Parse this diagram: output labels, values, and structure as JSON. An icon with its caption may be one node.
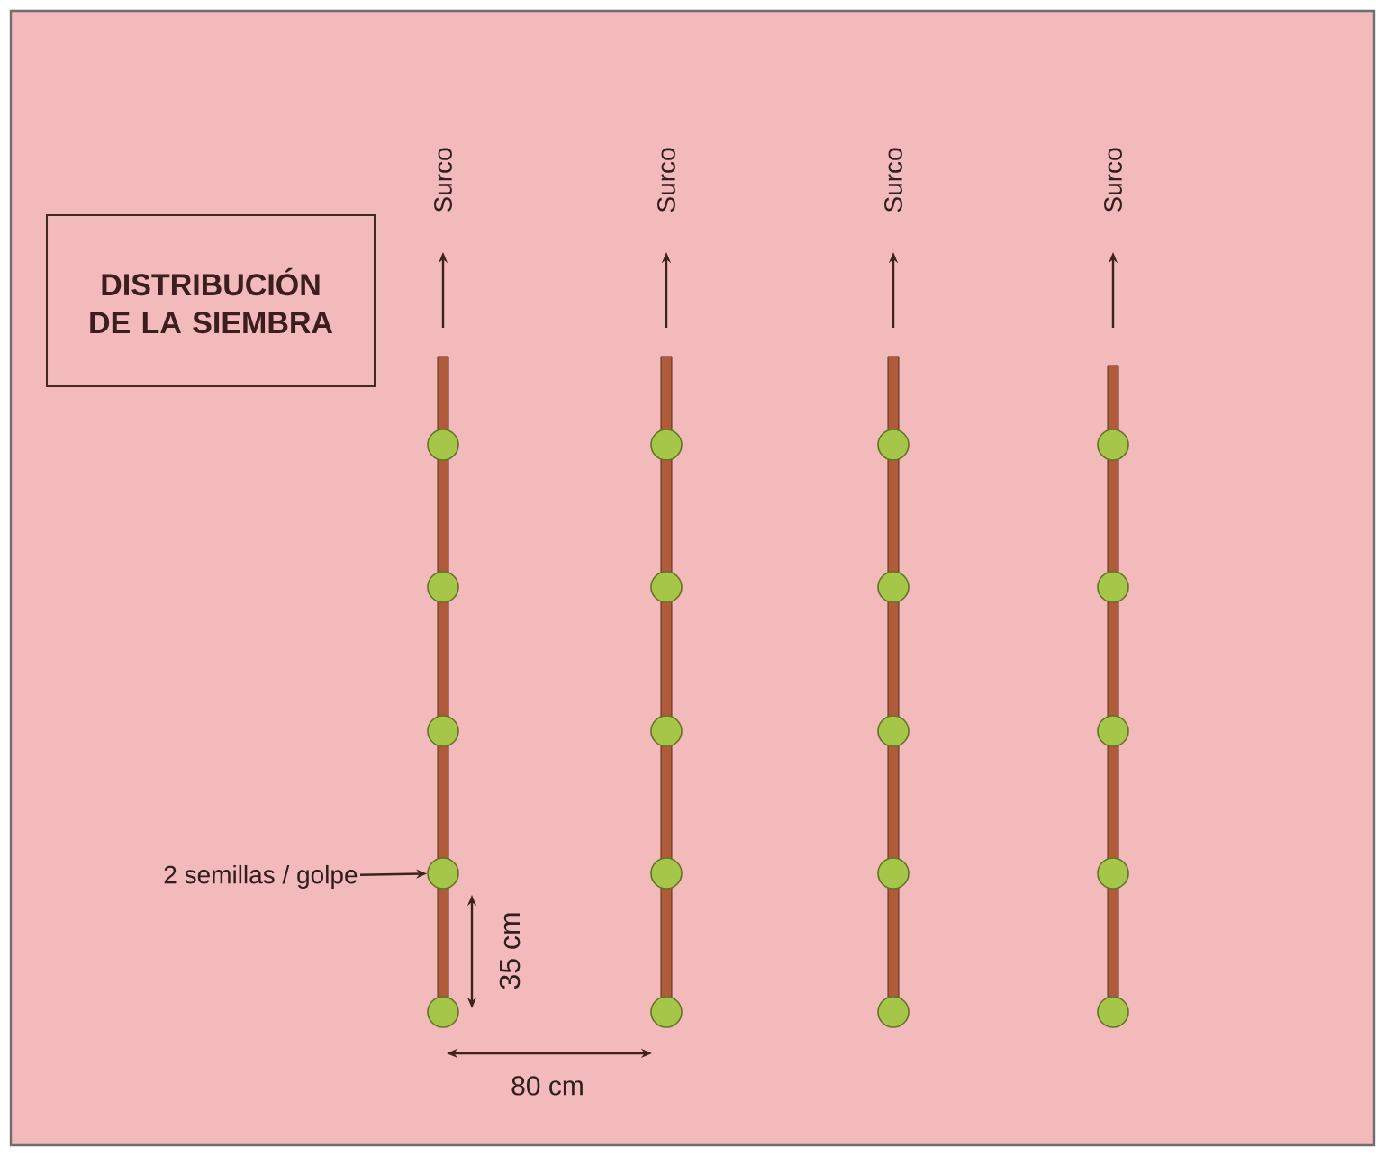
{
  "diagram": {
    "nodes": [
      {
        "text": [
          "DISTRIBUCIÓN DE LA SIEMBRA"
        ]
      },
      {
        "text": [
          "2 semillas / golpe"
        ]
      },
      {
        "text": [],
        "shape": "circle"
      },
      {
        "text": [],
        "shape": "circle"
      },
      {
        "text": [],
        "shape": "circle"
      },
      {
        "text": [],
        "shape": "circle"
      },
      {
        "text": [],
        "shape": "circle"
      },
      {
        "text": [],
        "shape": "circle"
      },
      {
        "text": [],
        "shape": "circle"
      },
      {
        "text": [],
        "shape": "circle"
      },
      {
        "text": [],
        "shape": "circle"
      },
      {
        "text": [],
        "shape": "circle"
      },
      {
        "text": [],
        "shape": "circle"
      },
      {
        "text": [],
        "shape": "circle"
      },
      {
        "text": [],
        "shape": "circle"
      },
      {
        "text": [],
        "shape": "circle"
      },
      {
        "text": [],
        "shape": "circle"
      },
      {
        "text": [],
        "shape": "circle"
      },
      {
        "text": [],
        "shape": "circle"
      },
      {
        "text": [],
        "shape": "circle"
      },
      {
        "text": [],
        "shape": "circle"
      },
      {
        "text": [],
        "shape": "circle"
      }
    ],
    "edges": [
      {
        "from": 1,
        "to": 14,
        "arrow": "to"
      }
    ],
    "labels": [
      "Surco",
      "Surco",
      "Surco",
      "Surco",
      "35 cm",
      "80 cm"
    ]
  }
}
